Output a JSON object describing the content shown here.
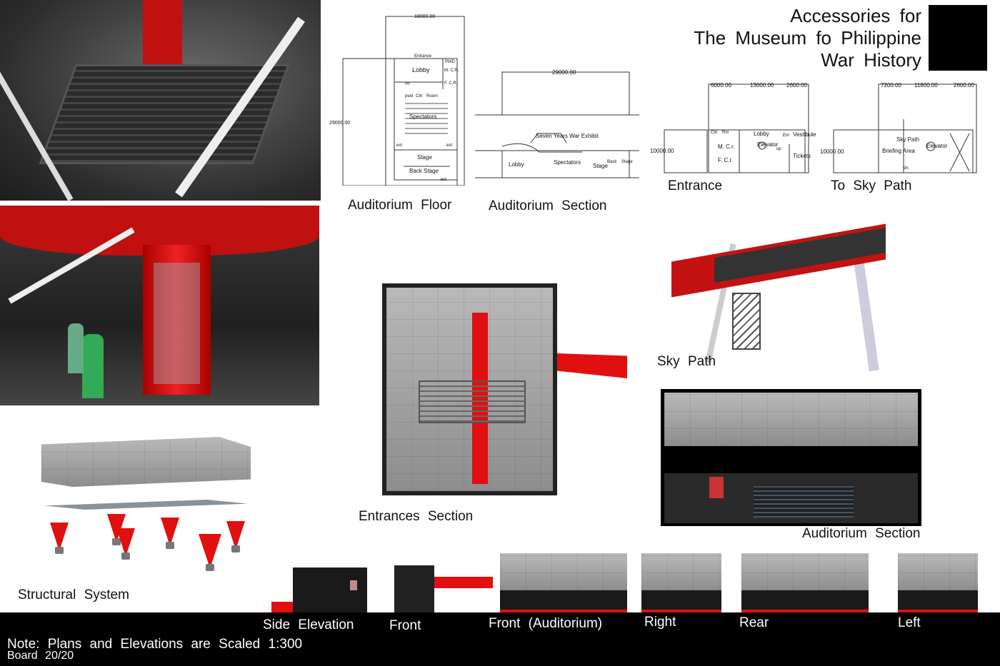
{
  "title": {
    "line1": "Accessories  for",
    "line2": "The  Museum  fo  Philippine",
    "line3": "War  History"
  },
  "labels": {
    "auditorium_floor": "Auditorium  Floor",
    "auditorium_section_plan": "Auditorium  Section",
    "entrance": "Entrance",
    "to_sky_path": "To  Sky  Path",
    "sky_path": "Sky  Path",
    "entrances_section": "Entrances  Section",
    "auditorium_section": "Auditorium  Section",
    "structural_system": "Structural  System",
    "side_elevation": "Side  Elevation",
    "front": "Front",
    "front_auditorium": "Front  (Auditorium)",
    "right": "Right",
    "rear": "Rear",
    "left": "Left"
  },
  "footer": {
    "note": "Note:  Plans  and  Elevations  are  Scaled  1:300",
    "board": "Board  20/20"
  },
  "floor_plan": {
    "width_dim": "18000.00",
    "height_dim": "29000.00",
    "rooms": [
      "Entrance",
      "Lobby",
      "PWD",
      "M.  C.R.",
      "F.  C.R.",
      "up",
      "pwd",
      "Ctrl",
      "Room",
      "Spectators",
      "ext",
      "ext",
      "Stage",
      "Back  Stage",
      "ext"
    ]
  },
  "section_plan": {
    "width_dim": "29000.00",
    "rooms": [
      "Seven  Years  War  Exhibit",
      "Lobby",
      "Spectators",
      "Stage",
      "Back",
      "Stage"
    ]
  },
  "entrance_plan": {
    "dims": [
      "6000.00",
      "13000.00",
      "2600.00",
      "10000.00"
    ],
    "rooms": [
      "Ctrl",
      "Rm",
      "Lobby",
      "Ent",
      "Vestibule",
      "M.  C.r.",
      "Elevator",
      "up",
      "F.  C.r.",
      "Tickets"
    ]
  },
  "sky_path_plan": {
    "dims": [
      "7200.00",
      "11800.00",
      "2600.00",
      "10000.00"
    ],
    "rooms": [
      "Sky  Path",
      "Briefing  Area",
      "Elevator",
      "dn"
    ]
  },
  "colors": {
    "accent": "#e01010",
    "dark": "#000000",
    "concrete": "#a8a8a8"
  }
}
